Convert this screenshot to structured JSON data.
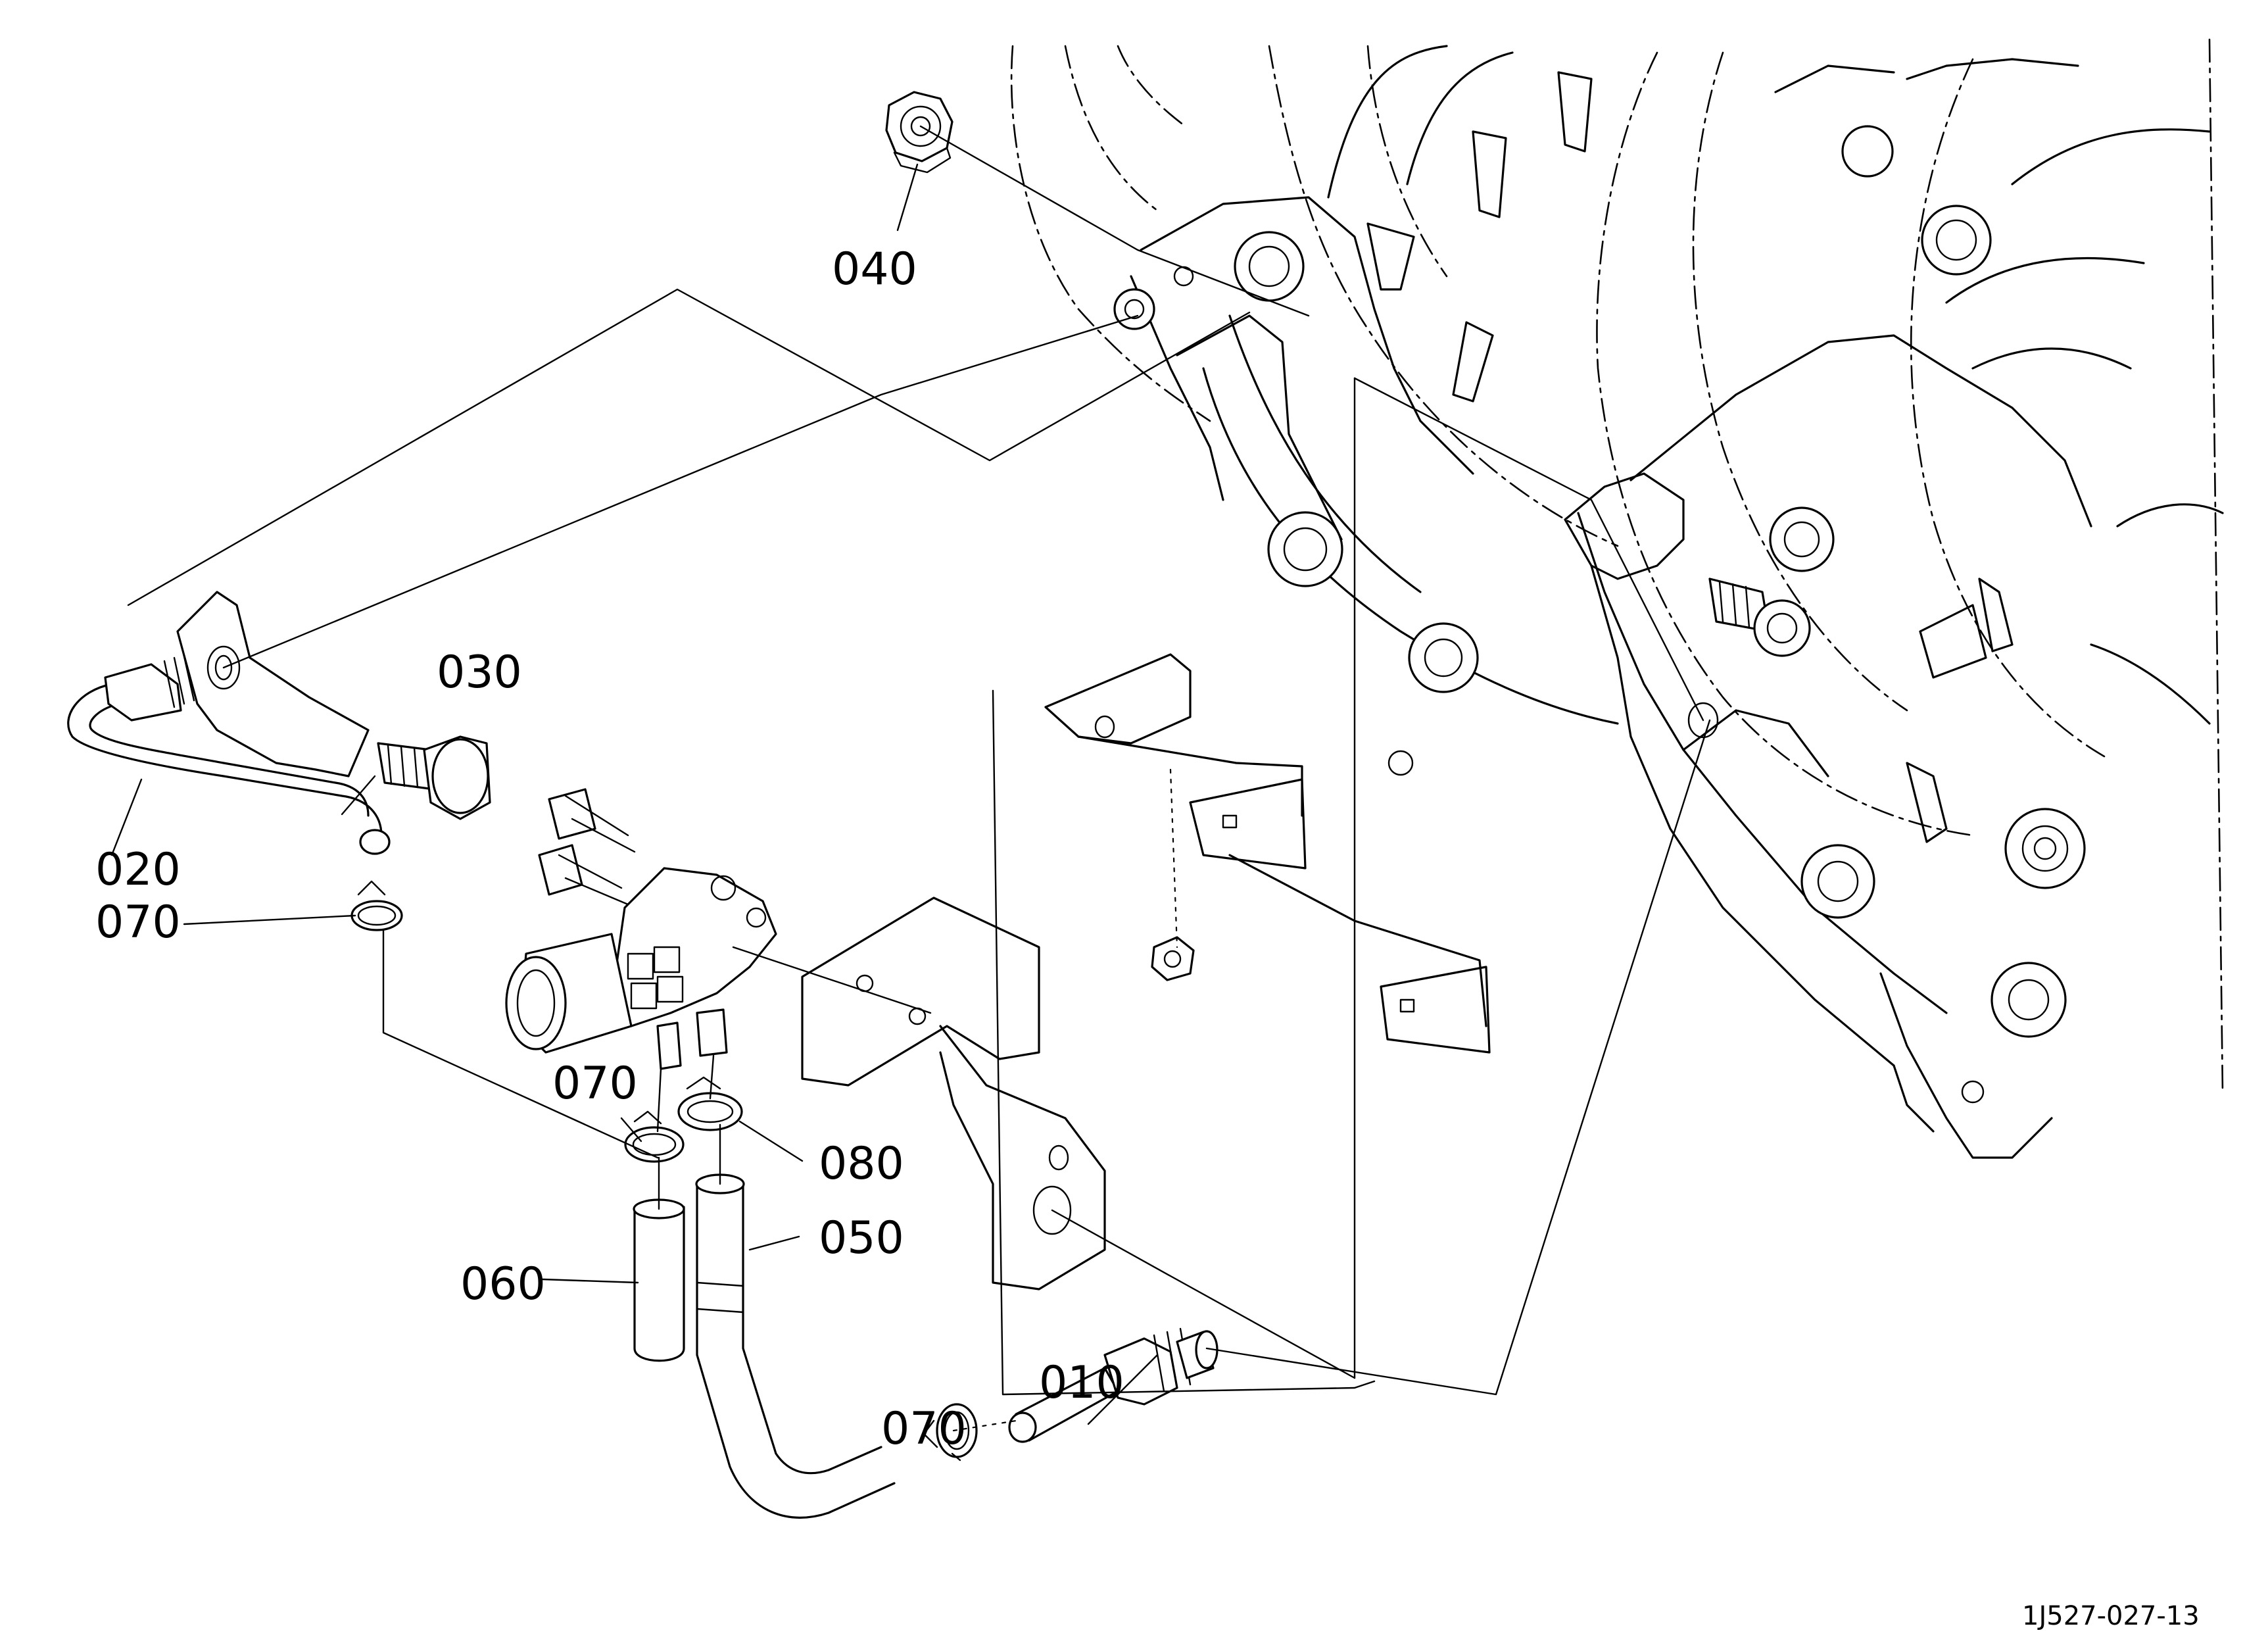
{
  "callouts": {
    "c010": "010",
    "c020": "020",
    "c030": "030",
    "c040": "040",
    "c050": "050",
    "c060": "060",
    "c070a": "070",
    "c070b": "070",
    "c070c": "070",
    "c080": "080"
  },
  "drawing_number": "1J527-027-13"
}
